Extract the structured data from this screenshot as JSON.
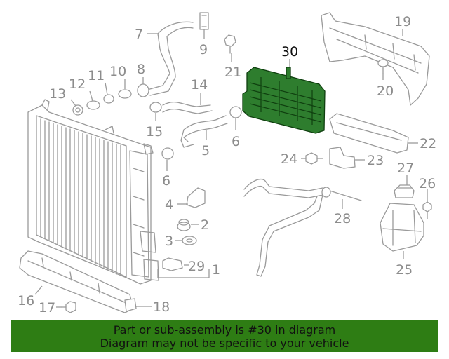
{
  "callouts": {
    "c1": "1",
    "c2": "2",
    "c3": "3",
    "c4": "4",
    "c5": "5",
    "c6a": "6",
    "c6b": "6",
    "c7": "7",
    "c8": "8",
    "c9": "9",
    "c10": "10",
    "c11": "11",
    "c12": "12",
    "c13": "13",
    "c14": "14",
    "c15": "15",
    "c16": "16",
    "c17": "17",
    "c18": "18",
    "c19": "19",
    "c20": "20",
    "c21": "21",
    "c22": "22",
    "c23": "23",
    "c24": "24",
    "c25": "25",
    "c26": "26",
    "c27": "27",
    "c28": "28",
    "c29": "29",
    "c30": "30"
  },
  "highlight": {
    "part_number": "30",
    "color": "#2e7d2e"
  },
  "banner": {
    "line1": "Part or sub-assembly is #30 in diagram",
    "line2": "Diagram may not be specific to your vehicle",
    "background": "#2e7d14"
  }
}
